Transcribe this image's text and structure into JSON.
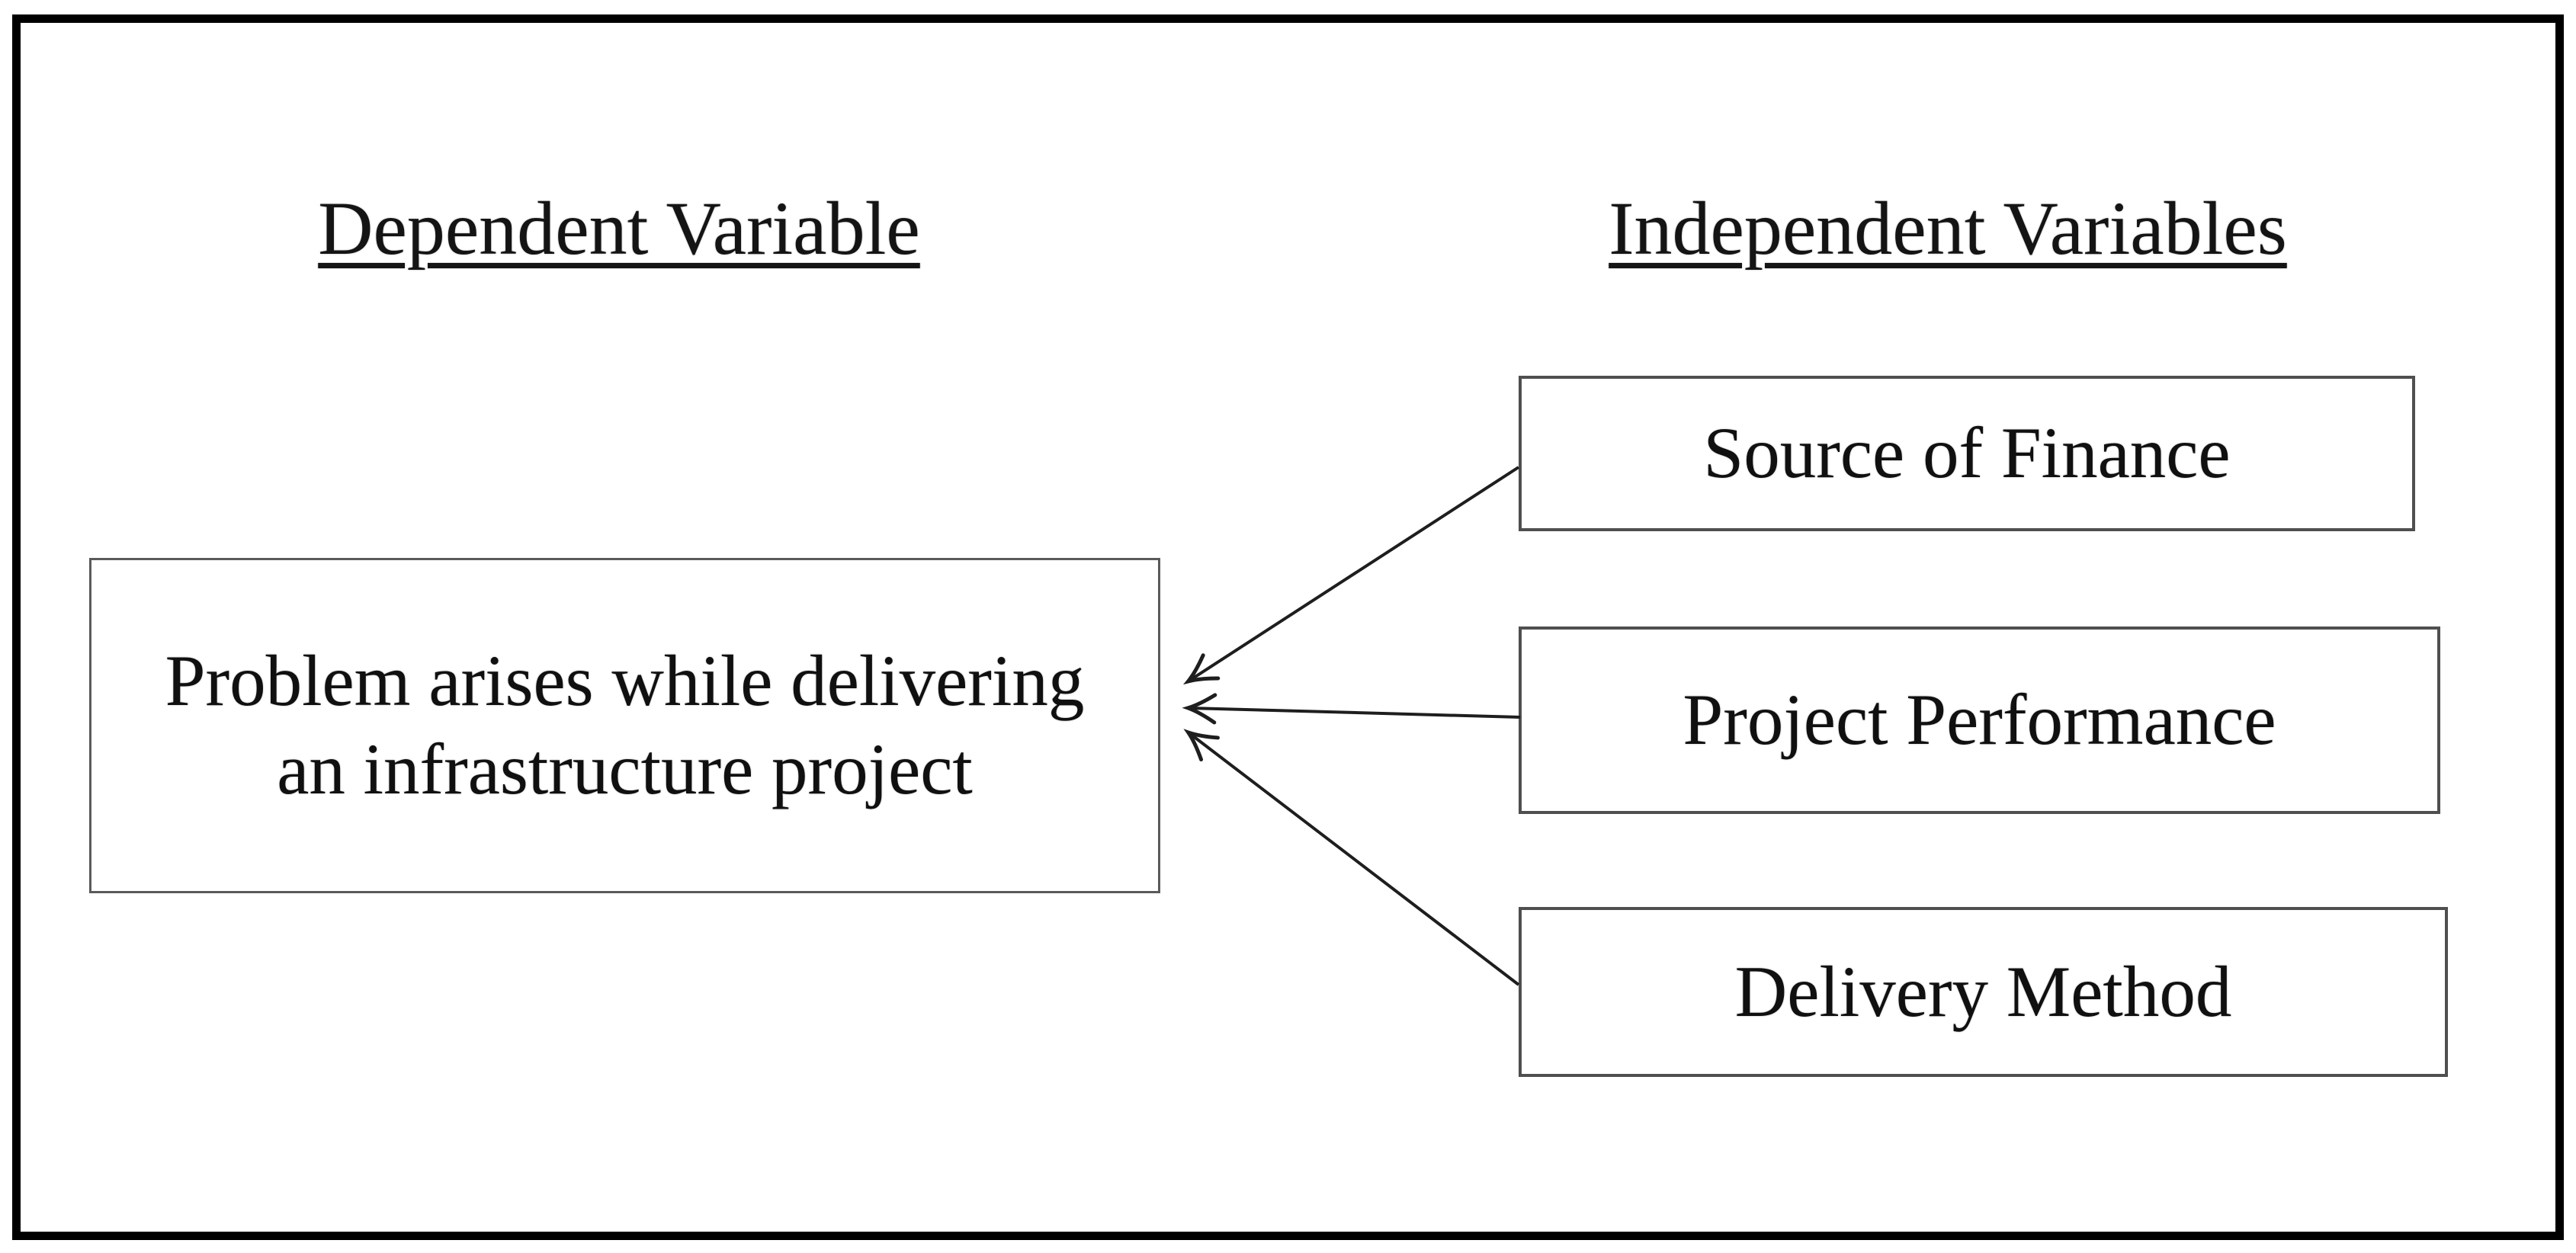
{
  "headings": {
    "dependent": "Dependent Variable",
    "independent": "Independent Variables"
  },
  "dependent_box": {
    "label": "Problem arises while delivering an infrastructure project"
  },
  "independent_boxes": [
    {
      "label": "Source of Finance"
    },
    {
      "label": "Project Performance"
    },
    {
      "label": "Delivery Method"
    }
  ],
  "colors": {
    "background": "#ffffff",
    "frame": "#000000",
    "box_border": "#4f4f4f",
    "text": "#121212",
    "arrow": "#1e1e1e"
  }
}
